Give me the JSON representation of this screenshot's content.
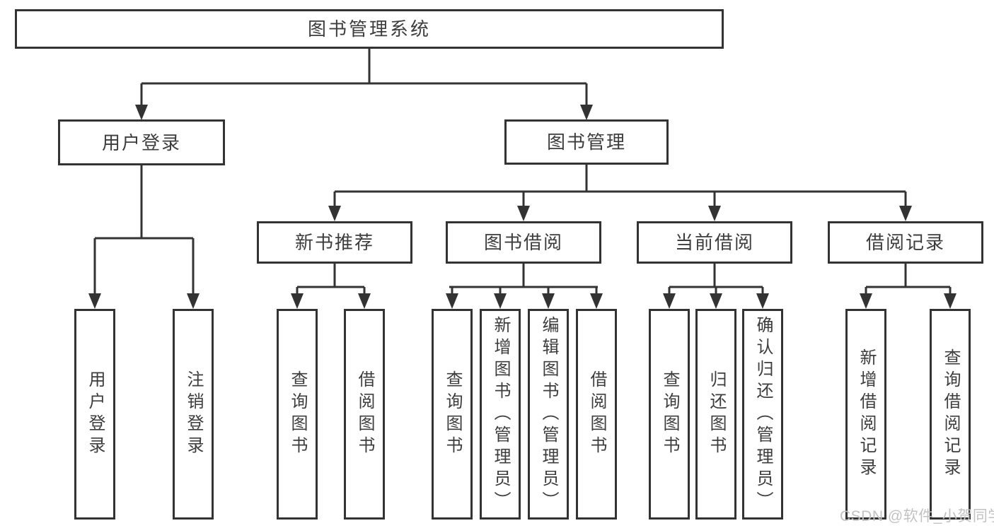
{
  "diagram_type": "hierarchy-tree",
  "tree": {
    "label": "图书管理系统",
    "children": [
      {
        "label": "用户登录",
        "children": [
          {
            "label": "用户登录"
          },
          {
            "label": "注销登录"
          }
        ]
      },
      {
        "label": "图书管理",
        "children": [
          {
            "label": "新书推荐",
            "children": [
              {
                "label": "查询图书"
              },
              {
                "label": "借阅图书"
              }
            ]
          },
          {
            "label": "图书借阅",
            "children": [
              {
                "label": "查询图书"
              },
              {
                "label": "新增图书（管理员）"
              },
              {
                "label": "编辑图书（管理员）"
              },
              {
                "label": "借阅图书"
              }
            ]
          },
          {
            "label": "当前借阅",
            "children": [
              {
                "label": "查询图书"
              },
              {
                "label": "归还图书"
              },
              {
                "label": "确认归还（管理员）"
              }
            ]
          },
          {
            "label": "借阅记录",
            "children": [
              {
                "label": "新增借阅记录"
              },
              {
                "label": "查询借阅记录"
              }
            ]
          }
        ]
      }
    ]
  },
  "watermark": "CSDN @软件_小贺同学",
  "colors": {
    "line": "#333333",
    "text": "#3d3d3d",
    "watermark": "#c2c2c2",
    "background": "#ffffff"
  }
}
